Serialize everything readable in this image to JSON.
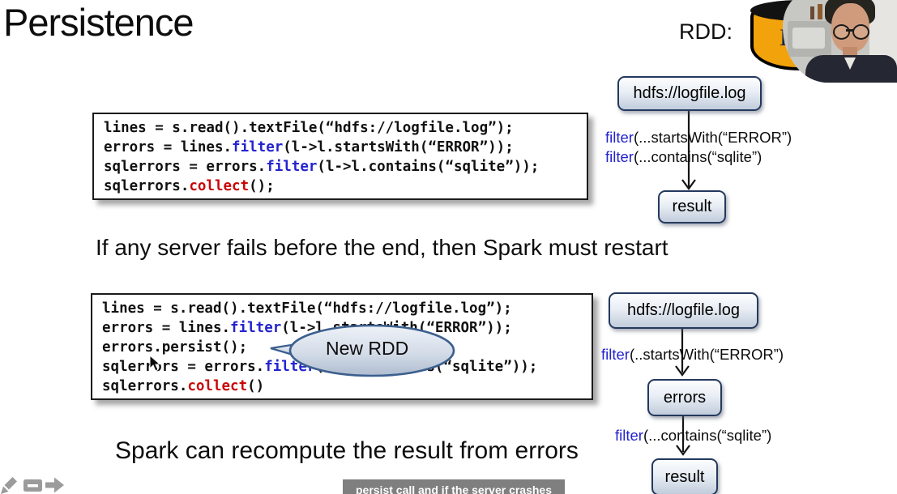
{
  "slide": {
    "title": "Persistence",
    "rdd_label": "RDD:",
    "sentence_restart": "If any server fails before the end, then Spark must restart",
    "sentence_recompute": "Spark can recompute the result from errors",
    "callout_label": "New RDD"
  },
  "colors": {
    "keyword_blue": "#2323cf",
    "action_red": "#c90606",
    "node_border": "#24395e",
    "node_fill_bottom": "#c1ccdb",
    "subtitle_bg": "#7a7a7a",
    "icon_gray": "#9b9b9b",
    "cylinder_orange": "#f2a30b"
  },
  "code_block_1": {
    "lines": [
      [
        {
          "t": "lines = s.read().textFile(“hdfs://logfile.log”);"
        }
      ],
      [
        {
          "t": "errors = lines."
        },
        {
          "t": "filter",
          "c": "blue"
        },
        {
          "t": "(l->l.startsWith(“ERROR”));"
        }
      ],
      [
        {
          "t": "sqlerrors = errors."
        },
        {
          "t": "filter",
          "c": "blue"
        },
        {
          "t": "(l->l.contains(“sqlite”));"
        }
      ],
      [
        {
          "t": "sqlerrors."
        },
        {
          "t": "collect",
          "c": "red"
        },
        {
          "t": "();"
        }
      ]
    ]
  },
  "code_block_2": {
    "lines": [
      [
        {
          "t": "lines = s.read().textFile(“hdfs://logfile.log”);"
        }
      ],
      [
        {
          "t": "errors = lines."
        },
        {
          "t": "filter",
          "c": "blue"
        },
        {
          "t": "(l->l.startsWith(“ERROR”));"
        }
      ],
      [
        {
          "t": "errors.persist();"
        }
      ],
      [
        {
          "t": "sqlerrors = errors."
        },
        {
          "t": "filter",
          "c": "blue"
        },
        {
          "t": "(l->l.contains(“sqlite”));"
        }
      ],
      [
        {
          "t": "sqlerrors."
        },
        {
          "t": "collect",
          "c": "red"
        },
        {
          "t": "()"
        }
      ]
    ]
  },
  "diagram_top": {
    "source_node": "hdfs://logfile.log",
    "label_line_1": [
      {
        "t": "filter",
        "c": "blue"
      },
      {
        "t": "(...startsWith(“ERROR”)"
      }
    ],
    "label_line_2": [
      {
        "t": "filter",
        "c": "blue"
      },
      {
        "t": "(...contains(“sqlite”)"
      }
    ],
    "result_node": "result"
  },
  "diagram_bottom": {
    "source_node": "hdfs://logfile.log",
    "label_1": [
      {
        "t": "filter",
        "c": "blue"
      },
      {
        "t": "(..startsWith(“ERROR”)"
      }
    ],
    "errors_node": "errors",
    "label_2": [
      {
        "t": "filter",
        "c": "blue"
      },
      {
        "t": "(...contains(“sqlite”)"
      }
    ],
    "result_node": "result"
  },
  "subtitle": {
    "text": "persist call and if the server crashes"
  },
  "webcam": {
    "cylinder_letter": "B"
  },
  "toolbar_icons": [
    "pencil-icon",
    "notes-icon",
    "forward-arrow-icon"
  ]
}
